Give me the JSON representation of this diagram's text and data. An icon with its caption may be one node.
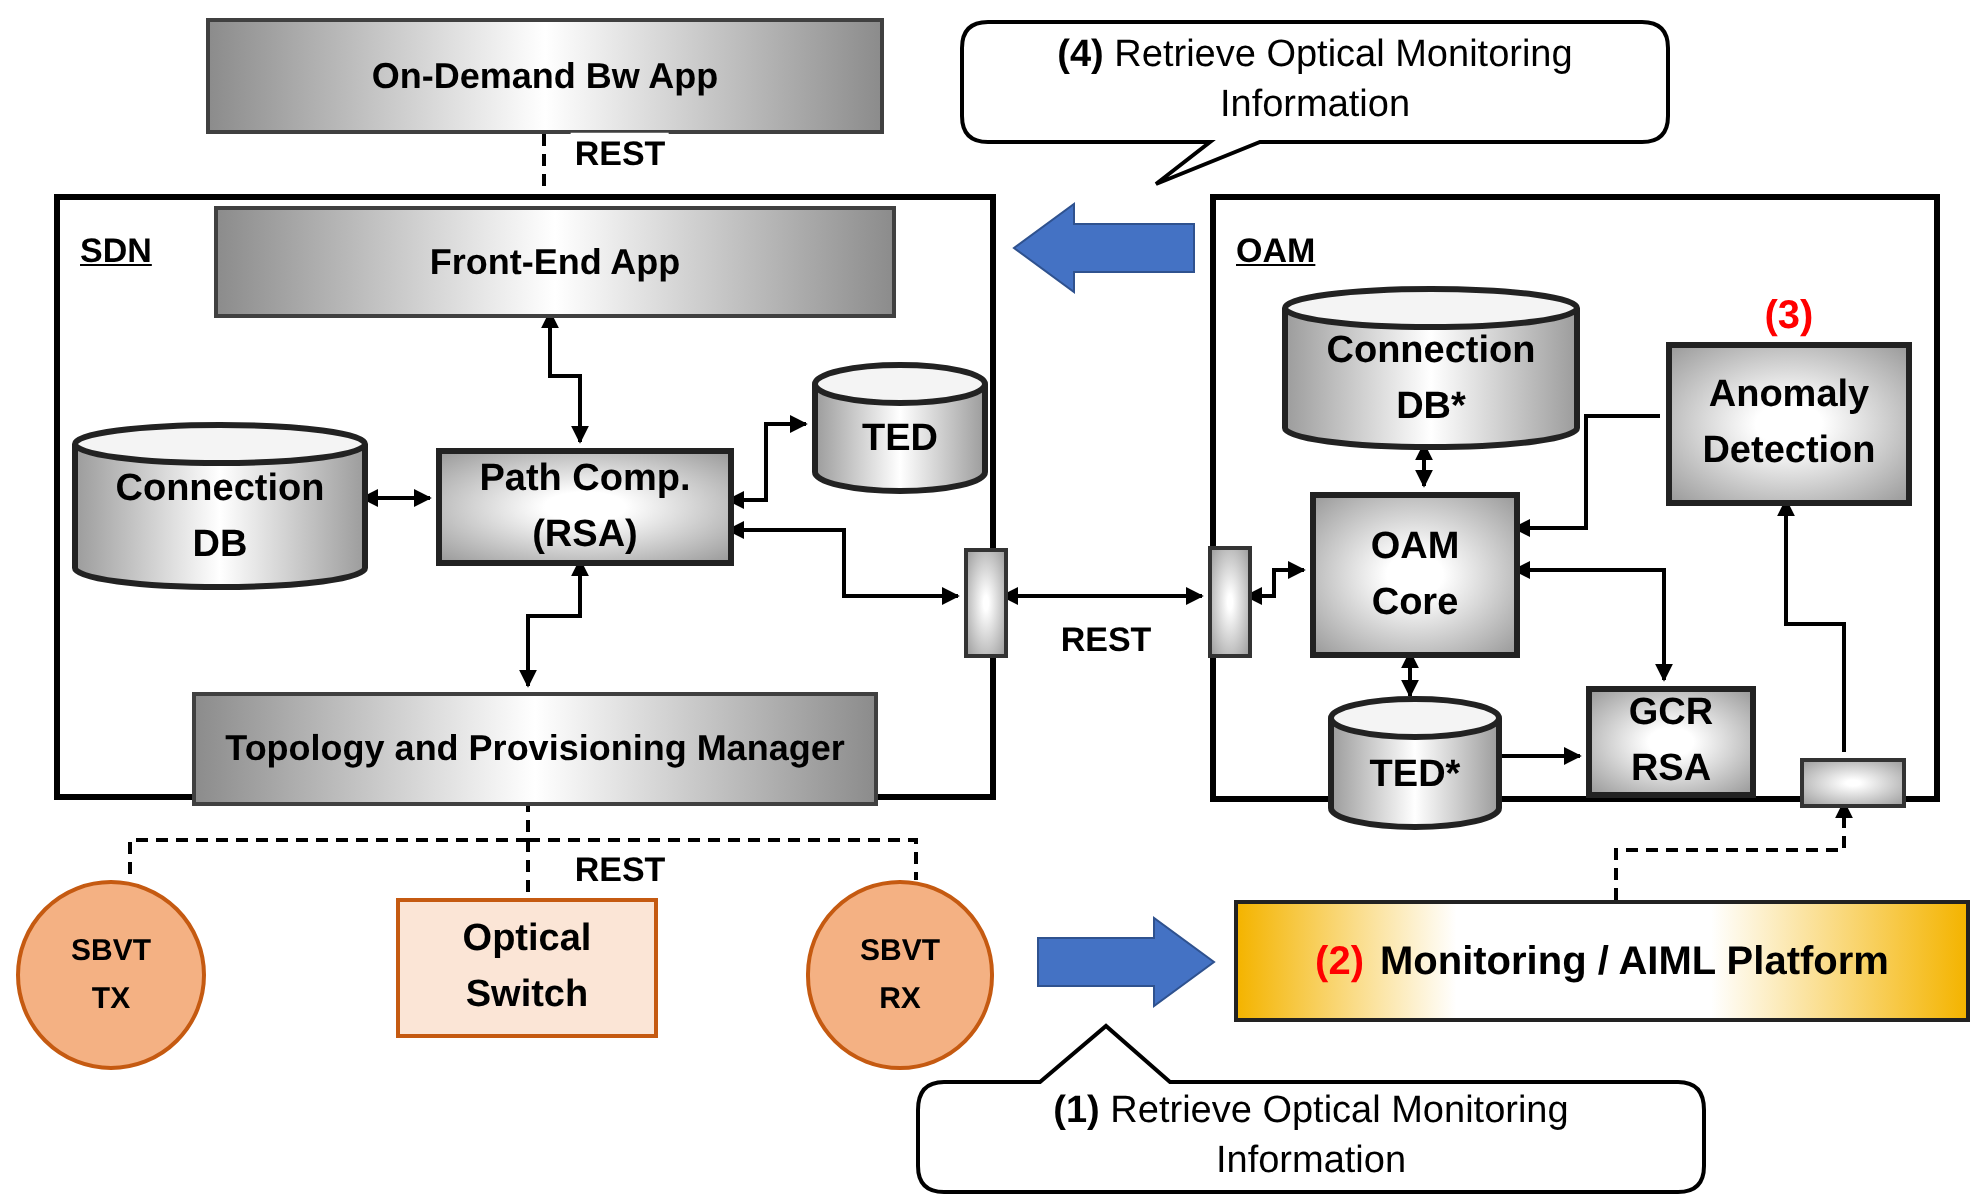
{
  "diagram": {
    "nodes": [
      {
        "text": [
          "On-Demand Bw App"
        ]
      },
      {
        "text": [
          "SDN"
        ]
      },
      {
        "text": [
          "Front-End App"
        ],
        "in": 1
      },
      {
        "text": [
          "Connection DB"
        ],
        "in": 1
      },
      {
        "text": [
          "Path Comp. (RSA)"
        ],
        "in": 1
      },
      {
        "text": [
          "TED"
        ],
        "in": 1
      },
      {
        "text": [
          "Topology and Provisioning Manager"
        ],
        "in": 1
      },
      {
        "text": [],
        "shape": "box",
        "in": 1
      },
      {
        "text": [
          "OAM"
        ]
      },
      {
        "text": [
          "Connection DB*"
        ],
        "in": 8
      },
      {
        "text": [
          "Anomaly Detection"
        ],
        "in": 8,
        "beside": [
          "(3)"
        ]
      },
      {
        "text": [
          "OAM Core"
        ],
        "in": 8
      },
      {
        "text": [],
        "shape": "box",
        "in": 8
      },
      {
        "text": [
          "TED*"
        ],
        "in": 8
      },
      {
        "text": [
          "GCR RSA"
        ],
        "in": 8
      },
      {
        "text": [],
        "shape": "box",
        "in": 8
      },
      {
        "text": [
          "SBVT TX"
        ]
      },
      {
        "text": [
          "Optical Switch"
        ]
      },
      {
        "text": [
          "SBVT RX"
        ]
      },
      {
        "text": [
          "(2)",
          "Monitoring / AIML Platform"
        ]
      },
      {
        "text": [
          "**(4)** Retrieve Optical Monitoring Information"
        ]
      },
      {
        "text": [
          "**(1)** Retrieve Optical Monitoring Information"
        ]
      }
    ],
    "edges": [
      {
        "from": 0,
        "to": 2,
        "arrow": "none",
        "style": "dashed",
        "label": "REST"
      },
      {
        "from": 2,
        "to": 4,
        "arrow": "both"
      },
      {
        "from": 3,
        "to": 4,
        "arrow": "both"
      },
      {
        "from": 4,
        "to": 5,
        "arrow": "both"
      },
      {
        "from": 4,
        "to": 7,
        "arrow": "both"
      },
      {
        "from": 4,
        "to": 6,
        "arrow": "both"
      },
      {
        "from": 7,
        "to": 12,
        "arrow": "both",
        "label": "REST"
      },
      {
        "from": 12,
        "to": 11,
        "arrow": "both"
      },
      {
        "from": 11,
        "to": 9,
        "arrow": "both"
      },
      {
        "from": 10,
        "to": 11,
        "arrow": "to"
      },
      {
        "from": 11,
        "to": 14,
        "arrow": "both"
      },
      {
        "from": 11,
        "to": 13,
        "arrow": "both"
      },
      {
        "from": 13,
        "to": 14,
        "arrow": "to"
      },
      {
        "from": 15,
        "to": 10,
        "arrow": "to"
      },
      {
        "from": 19,
        "to": 15,
        "arrow": "to",
        "style": "dashed"
      },
      {
        "from": 6,
        "to": 16,
        "arrow": "none",
        "style": "dashed"
      },
      {
        "from": 6,
        "to": 17,
        "arrow": "none",
        "style": "dashed",
        "label": "REST"
      },
      {
        "from": 6,
        "to": 18,
        "arrow": "none",
        "style": "dashed"
      },
      {
        "from": 8,
        "to": 1,
        "arrow": "to",
        "style": "thick",
        "color": "#4472c4"
      },
      {
        "from": 18,
        "to": 19,
        "arrow": "to",
        "style": "thick",
        "color": "#4472c4"
      }
    ]
  }
}
